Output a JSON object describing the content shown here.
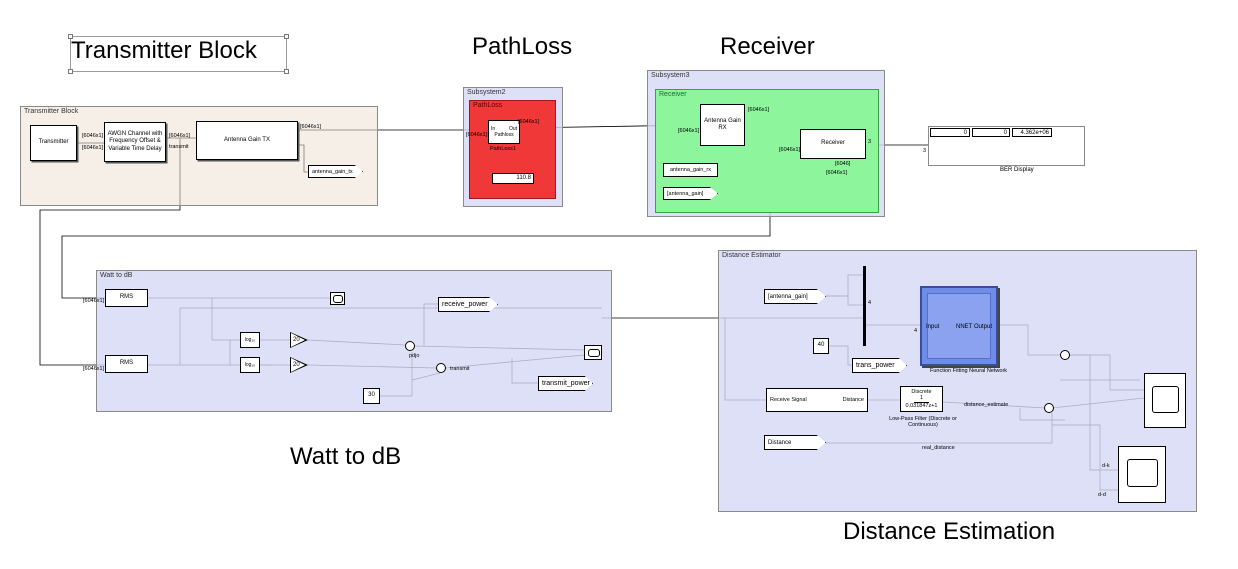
{
  "labels": {
    "transmitter_block": "Transmitter Block",
    "pathloss": "PathLoss",
    "receiver": "Receiver",
    "watt_to_db": "Watt to dB",
    "distance_estimation": "Distance Estimation"
  },
  "transmitter": {
    "title": "Transmitter Block",
    "transmitter": "Transmitter",
    "awgn": "AWGN Channel with Frequency Offset & Variable Time Delay",
    "antenna_gain_tx": "Antenna Gain TX",
    "antenna_gain_tx_goto": "antenna_gain_tx",
    "dim1": "[6046x1]",
    "dim2": "[6046x1]",
    "dim3": "[6046x1]",
    "dim4": "[6046x1]",
    "transmit": "transmit"
  },
  "pathloss": {
    "title": "Subsystem2",
    "inner_title": "PathLoss",
    "in": "In",
    "out": "Out",
    "block": "Pathloss",
    "block_name": "PathLoss1",
    "dim_in": "[6046x1]",
    "dim_out": "[6046x1]",
    "display_value": "110.8"
  },
  "receiver": {
    "title": "Subsystem3",
    "inner_title": "Receiver",
    "antenna_gain_rx": "Antenna Gain RX",
    "antenna_gain_rx_from": "antenna_gain_rx",
    "antenna_gain_goto": "[antenna_gain]",
    "receiver_block": "Receiver",
    "dim1": "[6046x1]",
    "dim2": "[6046x1]",
    "dim3": "[6046x1]",
    "dim4": "[6046x1]",
    "port3": "3",
    "port_bits": "[6046]"
  },
  "ber": {
    "label": "BER Display",
    "v1": "0",
    "v2": "0",
    "v3": "4.362e+06",
    "port": "3"
  },
  "watt": {
    "title": "Watt to dB",
    "rms1": "RMS",
    "rms2": "RMS",
    "log1": "log₁₀",
    "log2": "log₁₀",
    "gain1": "20",
    "gain2": "20",
    "receive_power": "receive_power",
    "transmit_power": "transmit_power",
    "const30": "30",
    "pdb": "pdjo",
    "transmit": "transmit",
    "dim1": "[6046x1]",
    "dim2": "[6046x1]"
  },
  "dist": {
    "title": "Distance Estimator",
    "antenna_gain_from": "[antenna_gain]",
    "const40": "40",
    "trans_power": "trans_power",
    "nnet": "NNET",
    "nnet_input": "Input",
    "nnet_output": "Output",
    "nnet_label": "Function Fitting Neural Network",
    "mux_port": "4",
    "mux_port2": "4",
    "receive_signal": "Receive Signal",
    "distance_port": "Distance",
    "filter_title": "Discrete",
    "filter_num": "1",
    "filter_den": "0.031847z+1",
    "filter_label": "Low-Pass Filter (Discrete or Continuous)",
    "distance_estimate": "distance_estimate",
    "distance_from": "Distance",
    "real_distance": "real_distance",
    "dk": "d-k",
    "dd": "d-d"
  }
}
